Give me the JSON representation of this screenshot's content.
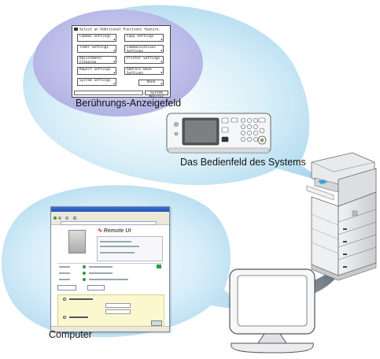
{
  "labels": {
    "touch_panel": "Berührungs-Anzeigefeld",
    "control_panel": "Das Bedienfeld des Systems",
    "computer": "Computer"
  },
  "touch_panel_screen": {
    "header": "Select an Additional Functions feature.",
    "buttons": [
      "Common Settings",
      "Copy Settings",
      "Timer Settings",
      "Communications Settings",
      "Adjustment/ Cleaning",
      "Printer Settings",
      "Report Settings",
      "Address Book Settings",
      "System Settings"
    ],
    "done_label": "Done",
    "system_monitor_label": "System Monitor"
  },
  "browser": {
    "app_title": "Remote UI"
  },
  "colors": {
    "bubble": "#bfe3f3",
    "bubble_highlight": "#ffffff",
    "touch_bubble_inner": "#b8b6e6",
    "arrow": "#5c6873"
  }
}
